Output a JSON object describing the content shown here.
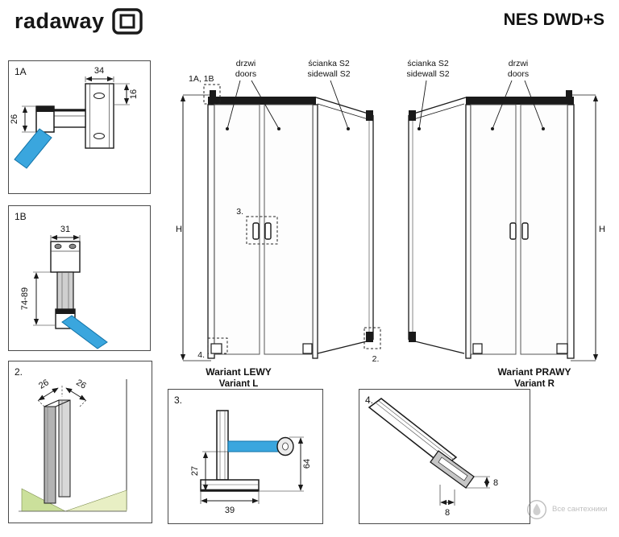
{
  "header": {
    "brand": "radaway",
    "title": "NES DWD+S"
  },
  "panel_1a": {
    "label": "1A",
    "dim_width": "34",
    "dim_right": "16",
    "dim_left": "26"
  },
  "panel_1b": {
    "label": "1B",
    "dim_width": "31",
    "dim_range": "74-89"
  },
  "panel_2": {
    "label": "2.",
    "dim_a": "26",
    "dim_b": "26"
  },
  "panel_3": {
    "label": "3.",
    "dim_left": "27",
    "dim_bottom": "39",
    "dim_right": "64"
  },
  "panel_4": {
    "label": "4.",
    "dim_right": "8",
    "dim_bottom": "8"
  },
  "variant_left": {
    "callout_wall_bracket": "1A, 1B",
    "doors_label_pl": "drzwi",
    "doors_label_en": "doors",
    "sidewall_label_pl": "ścianka S2",
    "sidewall_label_en": "sidewall S2",
    "height_label": "H",
    "callout_handle": "3.",
    "callout_door_bottom": "4.",
    "callout_sidewall_bottom": "2.",
    "caption_pl": "Wariant LEWY",
    "caption_en": "Variant L"
  },
  "variant_right": {
    "sidewall_label_pl": "ścianka S2",
    "sidewall_label_en": "sidewall S2",
    "doors_label_pl": "drzwi",
    "doors_label_en": "doors",
    "height_label": "H",
    "caption_pl": "Wariant PRAWY",
    "caption_en": "Variant R"
  },
  "watermark": {
    "text": "Все сантехники"
  },
  "colors": {
    "line": "#1a1a1a",
    "glass_blue": "#3aa6de",
    "profile_gray": "#c6c6c6",
    "floor_green": "#cbe09b",
    "floor_green_light": "#e8efc4"
  }
}
